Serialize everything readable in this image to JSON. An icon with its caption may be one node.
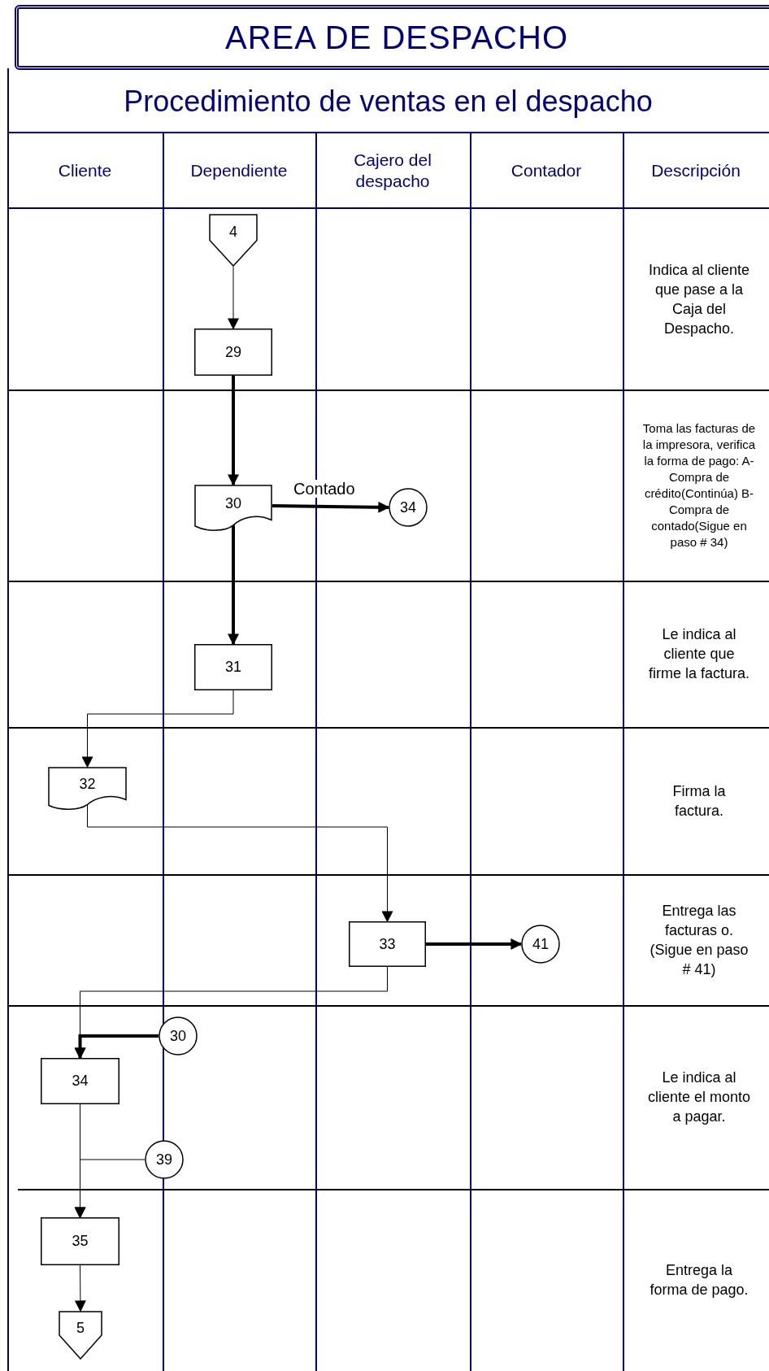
{
  "diagram": {
    "title": "AREA DE DESPACHO",
    "nodes": [
      {
        "text": [
          "4"
        ]
      },
      {
        "text": [
          "29"
        ]
      },
      {
        "text": [
          "30"
        ]
      },
      {
        "text": [
          "34"
        ]
      },
      {
        "text": [
          "31"
        ]
      },
      {
        "text": [
          "32"
        ]
      },
      {
        "text": [
          "33"
        ]
      },
      {
        "text": [
          "41"
        ]
      },
      {
        "text": [
          "30"
        ]
      },
      {
        "text": [
          "34"
        ]
      },
      {
        "text": [
          "39"
        ]
      },
      {
        "text": [
          "35"
        ]
      },
      {
        "text": [
          "5"
        ]
      }
    ],
    "edges": [
      {
        "from": 0,
        "to": 1,
        "arrow": "to"
      },
      {
        "from": 1,
        "to": 2,
        "arrow": "to",
        "style": "thick"
      },
      {
        "from": 2,
        "to": 3,
        "arrow": "to",
        "label": "Contado",
        "style": "thick"
      },
      {
        "from": 2,
        "to": 4,
        "arrow": "to",
        "style": "thick"
      },
      {
        "from": 4,
        "to": 5,
        "arrow": "to"
      },
      {
        "from": 5,
        "to": 6,
        "arrow": "to"
      },
      {
        "from": 6,
        "to": 7,
        "arrow": "to",
        "style": "thick"
      },
      {
        "from": 6,
        "to": 9,
        "arrow": "to"
      },
      {
        "from": 8,
        "to": 9,
        "arrow": "to",
        "style": "thick"
      },
      {
        "from": 9,
        "to": 11,
        "arrow": "to"
      },
      {
        "from": 10,
        "to": 11,
        "arrow": "to"
      },
      {
        "from": 11,
        "to": 12,
        "arrow": "to"
      }
    ],
    "labels": [
      "Procedimiento de ventas en el despacho",
      "Cliente",
      "Dependiente",
      "Cajero del despacho",
      "Contador",
      "Descripción",
      "Indica al cliente que pase a la Caja del Despacho.",
      "Toma las facturas de la impresora, verifica la forma de pago: A- Compra de crédito(Continúa) B- Compra de contado(Sigue en paso # 34)",
      "Le indica al cliente que firme la factura.",
      "Firma la factura.",
      "Entrega las facturas o. (Sigue en paso # 41)",
      "Le  indica al cliente el monto a pagar.",
      "Entrega la forma de pago."
    ]
  }
}
